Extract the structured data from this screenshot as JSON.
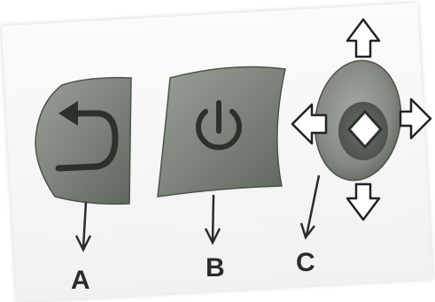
{
  "labels": {
    "a": "A",
    "b": "B",
    "c": "C"
  },
  "colors": {
    "button_face": "#7d847c",
    "button_shadow": "#5a6059",
    "icon_dark": "#2d312c",
    "arrow_fill": "#ffffff",
    "arrow_stroke": "#222222"
  },
  "icons": {
    "button_a": "back-arrow-icon",
    "button_b": "power-icon",
    "button_c": "directional-pad-icon"
  }
}
